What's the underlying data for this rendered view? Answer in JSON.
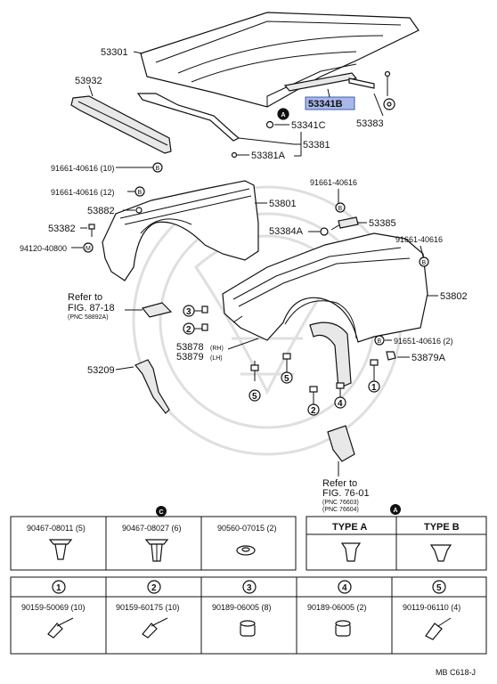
{
  "callouts": {
    "p53301": "53301",
    "p53932": "53932",
    "p53341B": "53341B",
    "p53341C": "53341C",
    "p53383": "53383",
    "p53381": "53381",
    "p53381A": "53381A",
    "b91661_10": "91661-40616 (10)",
    "b91661_12": "91661-40616 (12)",
    "p53882": "53882",
    "p53801": "53801",
    "p53382": "53382",
    "m94120": "94120-40800",
    "b91661_a": "91661-40616",
    "p53384A": "53384A",
    "p53385": "53385",
    "b91661_b": "91661-40616",
    "p53802": "53802",
    "ref_to_1": "Refer to",
    "fig_87": "FIG. 87-18",
    "pnc_58892": "(PNC 58892A)",
    "p53878": "53878",
    "p53878_side": "(RH)",
    "p53879": "53879",
    "p53879_side": "(LH)",
    "b91651": "91651-40616 (2)",
    "p53879A": "53879A",
    "p53209": "53209",
    "ref_to_2": "Refer to",
    "fig_76": "FIG. 76-01",
    "pnc_76603": "(PNC 76603)",
    "pnc_76604": "(PNC 76604)",
    "circle_3": "3",
    "circle_2a": "2",
    "circle_5a": "5",
    "circle_5b": "5",
    "circle_1": "1",
    "circle_2b": "2",
    "circle_4": "4",
    "mark_a": "A",
    "mark_b": "B",
    "mark_m": "M",
    "mark_c": "C"
  },
  "fastener_table": {
    "top_row": [
      {
        "part": "90467-08011 (5)"
      },
      {
        "part": "90467-08027 (6)"
      },
      {
        "part": "90560-07015 (2)"
      }
    ],
    "type_headers": [
      "TYPE A",
      "TYPE B"
    ],
    "number_row": [
      "1",
      "2",
      "3",
      "4",
      "5"
    ],
    "bottom_row": [
      {
        "part": "90159-50069 (10)"
      },
      {
        "part": "90159-60175 (10)"
      },
      {
        "part": "90189-06005 (8)"
      },
      {
        "part": "90189-06005 (2)"
      },
      {
        "part": "90119-06110 (4)"
      }
    ],
    "group_mark_c": "C",
    "group_mark_a": "A"
  },
  "footer": {
    "code": "MB  C618-J"
  },
  "colors": {
    "highlight": "#a8b8e8",
    "line": "#111111"
  }
}
